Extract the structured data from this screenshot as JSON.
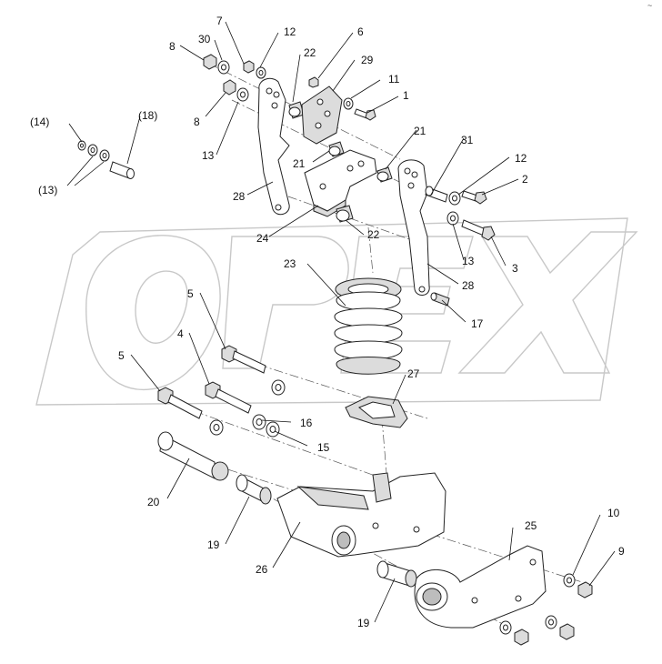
{
  "watermark": "OPEX",
  "corner_mark": "~",
  "callouts": [
    {
      "id": "c-7",
      "text": "7"
    },
    {
      "id": "c-12a",
      "text": "12"
    },
    {
      "id": "c-6",
      "text": "6"
    },
    {
      "id": "c-8a",
      "text": "8"
    },
    {
      "id": "c-30",
      "text": "30"
    },
    {
      "id": "c-22a",
      "text": "22"
    },
    {
      "id": "c-29",
      "text": "29"
    },
    {
      "id": "c-11",
      "text": "11"
    },
    {
      "id": "c-1",
      "text": "1"
    },
    {
      "id": "c-8b",
      "text": "8"
    },
    {
      "id": "c-14",
      "text": "(14)"
    },
    {
      "id": "c-18",
      "text": "(18)"
    },
    {
      "id": "c-13a",
      "text": "(13)"
    },
    {
      "id": "c-13b",
      "text": "13"
    },
    {
      "id": "c-21a",
      "text": "21"
    },
    {
      "id": "c-21b",
      "text": "21"
    },
    {
      "id": "c-31",
      "text": "31"
    },
    {
      "id": "c-12b",
      "text": "12"
    },
    {
      "id": "c-2",
      "text": "2"
    },
    {
      "id": "c-28a",
      "text": "28"
    },
    {
      "id": "c-22b",
      "text": "22"
    },
    {
      "id": "c-24",
      "text": "24"
    },
    {
      "id": "c-13c",
      "text": "13"
    },
    {
      "id": "c-3",
      "text": "3"
    },
    {
      "id": "c-23",
      "text": "23"
    },
    {
      "id": "c-28b",
      "text": "28"
    },
    {
      "id": "c-17",
      "text": "17"
    },
    {
      "id": "c-5a",
      "text": "5"
    },
    {
      "id": "c-4",
      "text": "4"
    },
    {
      "id": "c-27",
      "text": "27"
    },
    {
      "id": "c-5b",
      "text": "5"
    },
    {
      "id": "c-16",
      "text": "16"
    },
    {
      "id": "c-15",
      "text": "15"
    },
    {
      "id": "c-20",
      "text": "20"
    },
    {
      "id": "c-19a",
      "text": "19"
    },
    {
      "id": "c-26",
      "text": "26"
    },
    {
      "id": "c-25",
      "text": "25"
    },
    {
      "id": "c-10",
      "text": "10"
    },
    {
      "id": "c-9",
      "text": "9"
    },
    {
      "id": "c-19b",
      "text": "19"
    }
  ]
}
